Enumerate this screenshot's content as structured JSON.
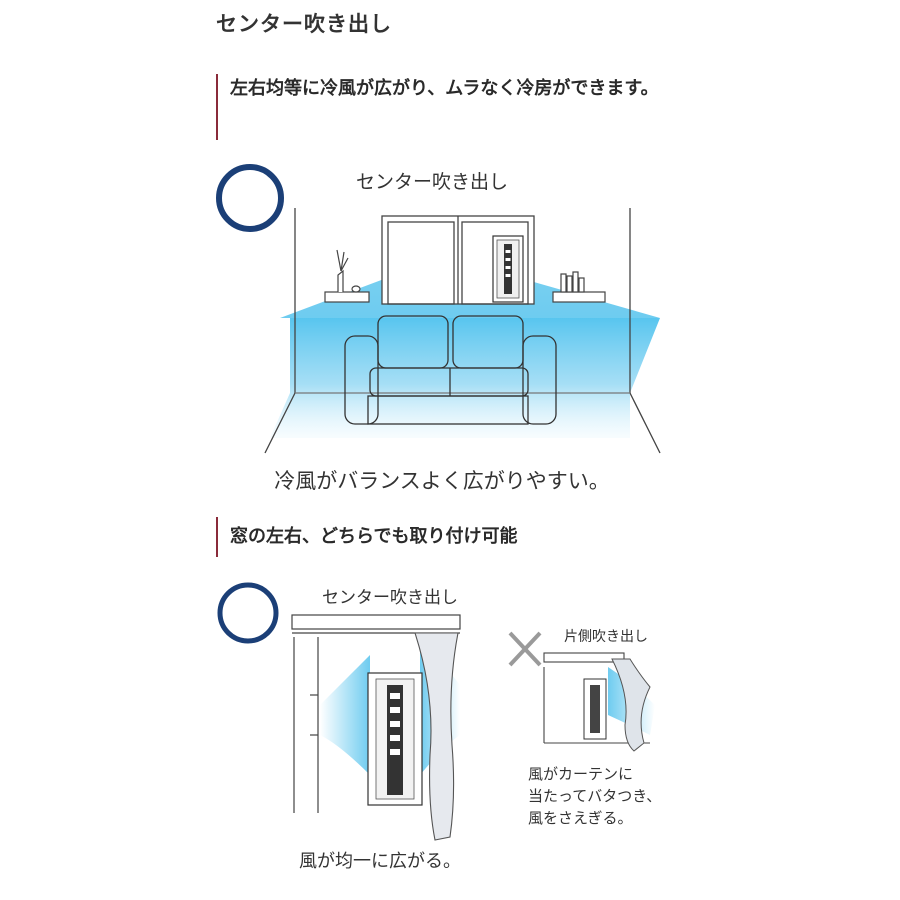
{
  "page": {
    "title": "センター吹き出し"
  },
  "section1": {
    "heading": "左右均等に冷風が広がり、ムラなく冷房ができます。",
    "diagram": {
      "mark": "good",
      "label": "センター吹き出し",
      "caption": "冷風がバランスよく広がりやすい。"
    }
  },
  "section2": {
    "heading": "窓の左右、どちらでも取り付け可能",
    "good": {
      "mark": "good",
      "label": "センター吹き出し",
      "caption": "風が均一に広がる。"
    },
    "bad": {
      "mark": "bad",
      "label": "片側吹き出し",
      "caption_lines": [
        "風がカーテンに",
        "当たってバタつき、",
        "風をさえぎる。"
      ]
    }
  },
  "colors": {
    "accent_bar": "#8a2b3a",
    "circle": "#1b3f77",
    "cool_air": "#5ec6ee",
    "cross": "#9a9a9a"
  }
}
